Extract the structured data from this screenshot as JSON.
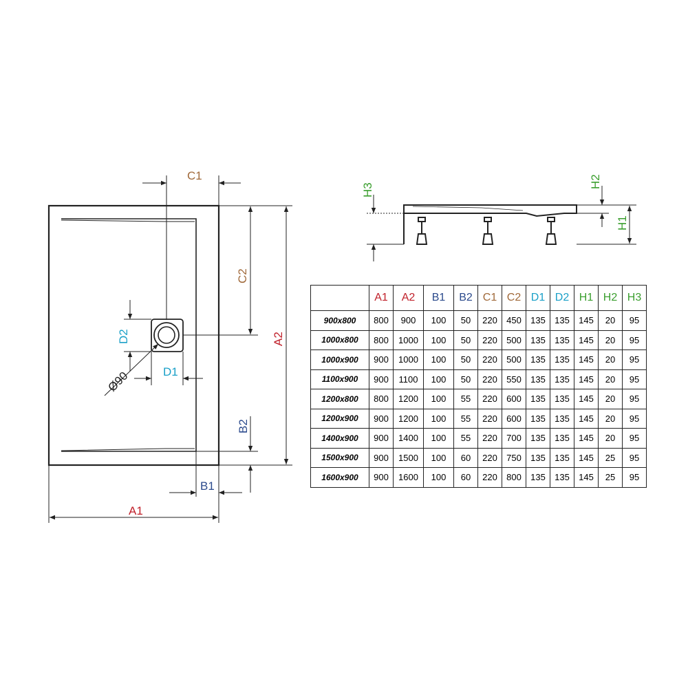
{
  "labels": {
    "a1": "A1",
    "a2": "A2",
    "b1": "B1",
    "b2": "B2",
    "c1": "C1",
    "c2": "C2",
    "d1": "D1",
    "d2": "D2",
    "h1": "H1",
    "h2": "H2",
    "h3": "H3",
    "diameter": "Ø90"
  },
  "label_colors": {
    "A1": "#c0202a",
    "A2": "#c0202a",
    "B1": "#2b4a8c",
    "B2": "#2b4a8c",
    "C1": "#a0693a",
    "C2": "#a0693a",
    "D1": "#1aa0c8",
    "D2": "#1aa0c8",
    "H1": "#3a9e2e",
    "H2": "#3a9e2e",
    "H3": "#3a9e2e"
  },
  "table": {
    "headers": [
      "A1",
      "A2",
      "B1",
      "B2",
      "C1",
      "C2",
      "D1",
      "D2",
      "H1",
      "H2",
      "H3"
    ],
    "rows": [
      {
        "model": "900x800",
        "values": [
          "800",
          "900",
          "100",
          "50",
          "220",
          "450",
          "135",
          "135",
          "145",
          "20",
          "95"
        ]
      },
      {
        "model": "1000x800",
        "values": [
          "800",
          "1000",
          "100",
          "50",
          "220",
          "500",
          "135",
          "135",
          "145",
          "20",
          "95"
        ]
      },
      {
        "model": "1000x900",
        "values": [
          "900",
          "1000",
          "100",
          "50",
          "220",
          "500",
          "135",
          "135",
          "145",
          "20",
          "95"
        ]
      },
      {
        "model": "1100x900",
        "values": [
          "900",
          "1100",
          "100",
          "50",
          "220",
          "550",
          "135",
          "135",
          "145",
          "20",
          "95"
        ]
      },
      {
        "model": "1200x800",
        "values": [
          "800",
          "1200",
          "100",
          "55",
          "220",
          "600",
          "135",
          "135",
          "145",
          "20",
          "95"
        ]
      },
      {
        "model": "1200x900",
        "values": [
          "900",
          "1200",
          "100",
          "55",
          "220",
          "600",
          "135",
          "135",
          "145",
          "20",
          "95"
        ]
      },
      {
        "model": "1400x900",
        "values": [
          "900",
          "1400",
          "100",
          "55",
          "220",
          "700",
          "135",
          "135",
          "145",
          "20",
          "95"
        ]
      },
      {
        "model": "1500x900",
        "values": [
          "900",
          "1500",
          "100",
          "60",
          "220",
          "750",
          "135",
          "135",
          "145",
          "25",
          "95"
        ]
      },
      {
        "model": "1600x900",
        "values": [
          "900",
          "1600",
          "100",
          "60",
          "220",
          "800",
          "135",
          "135",
          "145",
          "25",
          "95"
        ]
      }
    ]
  }
}
